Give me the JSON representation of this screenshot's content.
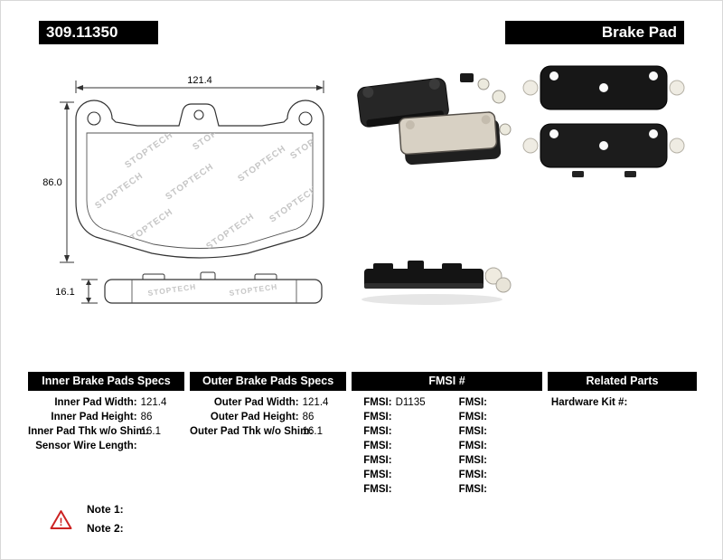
{
  "header": {
    "part_number": "309.11350",
    "product_name": "Brake Pad"
  },
  "diagram": {
    "width_dim": "121.4",
    "height_dim": "86.0",
    "thickness_dim": "16.1",
    "watermark": "STOPTECH"
  },
  "colors": {
    "bar_bg": "#000000",
    "bar_text": "#ffffff",
    "note_red": "#cc2222",
    "watermark_gray": "#c6c6c6"
  },
  "specs": {
    "inner": {
      "header": "Inner Brake Pads Specs",
      "rows": [
        {
          "label": "Inner Pad Width:",
          "value": "121.4"
        },
        {
          "label": "Inner Pad Height:",
          "value": "86"
        },
        {
          "label": "Inner Pad Thk w/o Shim:",
          "value": "16.1"
        },
        {
          "label": "Sensor Wire Length:",
          "value": ""
        }
      ]
    },
    "outer": {
      "header": "Outer Brake Pads Specs",
      "rows": [
        {
          "label": "Outer Pad Width:",
          "value": "121.4"
        },
        {
          "label": "Outer Pad Height:",
          "value": "86"
        },
        {
          "label": "Outer Pad Thk w/o Shim:",
          "value": "16.1"
        }
      ]
    },
    "fmsi": {
      "header": "FMSI #",
      "left": [
        {
          "label": "FMSI:",
          "value": "D1135"
        },
        {
          "label": "FMSI:",
          "value": ""
        },
        {
          "label": "FMSI:",
          "value": ""
        },
        {
          "label": "FMSI:",
          "value": ""
        },
        {
          "label": "FMSI:",
          "value": ""
        },
        {
          "label": "FMSI:",
          "value": ""
        },
        {
          "label": "FMSI:",
          "value": ""
        }
      ],
      "right": [
        {
          "label": "FMSI:",
          "value": ""
        },
        {
          "label": "FMSI:",
          "value": ""
        },
        {
          "label": "FMSI:",
          "value": ""
        },
        {
          "label": "FMSI:",
          "value": ""
        },
        {
          "label": "FMSI:",
          "value": ""
        },
        {
          "label": "FMSI:",
          "value": ""
        },
        {
          "label": "FMSI:",
          "value": ""
        }
      ]
    },
    "related": {
      "header": "Related Parts",
      "rows": [
        {
          "label": "Hardware Kit #:",
          "value": ""
        }
      ]
    }
  },
  "notes": {
    "icon": "!",
    "items": [
      {
        "label": "Note 1:",
        "text": ""
      },
      {
        "label": "Note 2:",
        "text": ""
      }
    ]
  }
}
